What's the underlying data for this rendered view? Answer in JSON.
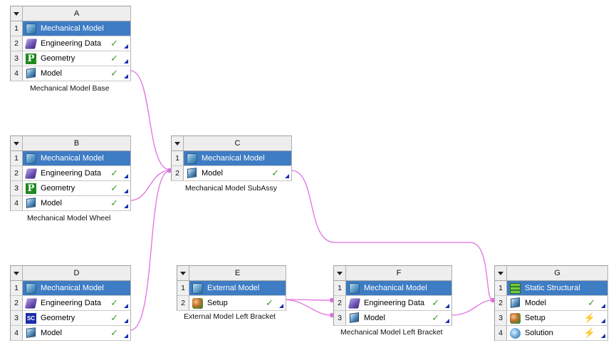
{
  "systems": {
    "A": {
      "letter": "A",
      "caption": "Mechanical Model Base",
      "rows": [
        {
          "num": "1",
          "label": "Mechanical Model",
          "icon": "mechanical-model-icon",
          "status": ""
        },
        {
          "num": "2",
          "label": "Engineering Data",
          "icon": "engineering-data-icon",
          "status": "✓"
        },
        {
          "num": "3",
          "label": "Geometry",
          "icon": "geometry-icon",
          "status": "✓"
        },
        {
          "num": "4",
          "label": "Model",
          "icon": "model-icon",
          "status": "✓"
        }
      ]
    },
    "B": {
      "letter": "B",
      "caption": "Mechanical Model Wheel",
      "rows": [
        {
          "num": "1",
          "label": "Mechanical Model",
          "icon": "mechanical-model-icon",
          "status": ""
        },
        {
          "num": "2",
          "label": "Engineering Data",
          "icon": "engineering-data-icon",
          "status": "✓"
        },
        {
          "num": "3",
          "label": "Geometry",
          "icon": "geometry-icon",
          "status": "✓"
        },
        {
          "num": "4",
          "label": "Model",
          "icon": "model-icon",
          "status": "✓"
        }
      ]
    },
    "C": {
      "letter": "C",
      "caption": "Mechanical Model SubAssy",
      "rows": [
        {
          "num": "1",
          "label": "Mechanical Model",
          "icon": "mechanical-model-icon",
          "status": ""
        },
        {
          "num": "2",
          "label": "Model",
          "icon": "model-icon",
          "status": "✓"
        }
      ]
    },
    "D": {
      "letter": "D",
      "caption": "",
      "rows": [
        {
          "num": "1",
          "label": "Mechanical Model",
          "icon": "mechanical-model-icon",
          "status": ""
        },
        {
          "num": "2",
          "label": "Engineering Data",
          "icon": "engineering-data-icon",
          "status": "✓"
        },
        {
          "num": "3",
          "label": "Geometry",
          "icon": "spaceclaim-geometry-icon",
          "status": "✓"
        },
        {
          "num": "4",
          "label": "Model",
          "icon": "model-icon",
          "status": "✓"
        }
      ]
    },
    "E": {
      "letter": "E",
      "caption": "External Model Left Bracket",
      "rows": [
        {
          "num": "1",
          "label": "External Model",
          "icon": "external-model-icon",
          "status": ""
        },
        {
          "num": "2",
          "label": "Setup",
          "icon": "setup-icon",
          "status": "✓"
        }
      ]
    },
    "F": {
      "letter": "F",
      "caption": "Mechanical Model Left Bracket",
      "rows": [
        {
          "num": "1",
          "label": "Mechanical Model",
          "icon": "mechanical-model-icon",
          "status": ""
        },
        {
          "num": "2",
          "label": "Engineering Data",
          "icon": "engineering-data-icon",
          "status": "✓"
        },
        {
          "num": "3",
          "label": "Model",
          "icon": "model-icon",
          "status": "✓"
        }
      ]
    },
    "G": {
      "letter": "G",
      "caption": "",
      "rows": [
        {
          "num": "1",
          "label": "Static Structural",
          "icon": "static-structural-icon",
          "status": ""
        },
        {
          "num": "2",
          "label": "Model",
          "icon": "model-icon",
          "status": "✓"
        },
        {
          "num": "3",
          "label": "Setup",
          "icon": "setup-icon",
          "status": "⚡"
        },
        {
          "num": "4",
          "label": "Solution",
          "icon": "solution-icon",
          "status": "⚡"
        }
      ]
    }
  },
  "colors": {
    "title_row": "#3e7cc4",
    "link": "#e070e0",
    "check": "#3a9a2a",
    "refresh": "#e8a400"
  }
}
